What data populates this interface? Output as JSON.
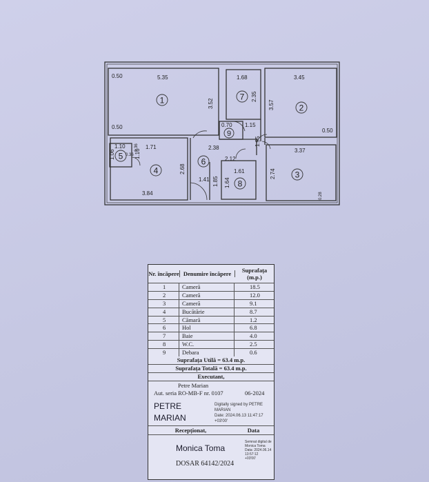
{
  "plan": {
    "rooms": [
      {
        "n": "1"
      },
      {
        "n": "2"
      },
      {
        "n": "3"
      },
      {
        "n": "4"
      },
      {
        "n": "5"
      },
      {
        "n": "6"
      },
      {
        "n": "7"
      },
      {
        "n": "8"
      },
      {
        "n": "9"
      }
    ],
    "dimensions": {
      "d_0_50_a": "0.50",
      "d_5_35": "5.35",
      "d_3_52": "3.52",
      "d_0_50_b": "0.50",
      "d_1_68": "1.68",
      "d_2_35": "2.35",
      "d_3_45": "3.45",
      "d_3_57": "3.57",
      "d_0_50_c": "0.50",
      "d_0_70": "0.70",
      "d_1_15": "1.15",
      "d_1_95": "1.95",
      "d_3_37": "3.37",
      "d_1_10": "1.10",
      "d_1_06": "1.06",
      "d_0_36": "0.36",
      "d_1_16": "1.16",
      "d_0_36b": "0.36",
      "d_1_71": "1.71",
      "d_2_38": "2.38",
      "d_2_12": "2.12",
      "d_2_68": "2.68",
      "d_1_41": "1.41",
      "d_1_85": "1.85",
      "d_1_61": "1.61",
      "d_1_64": "1.64",
      "d_2_74": "2.74",
      "d_3_84": "3.84",
      "d_0_28": "0.28"
    }
  },
  "table": {
    "header": {
      "nr": "Nr. încăpere",
      "name": "Denumire încăpere",
      "area": "Suprafața (m.p.)"
    },
    "rows": [
      {
        "nr": "1",
        "name": "Cameră",
        "area": "18.5"
      },
      {
        "nr": "2",
        "name": "Cameră",
        "area": "12.0"
      },
      {
        "nr": "3",
        "name": "Cameră",
        "area": "9.1"
      },
      {
        "nr": "4",
        "name": "Bucătărie",
        "area": "8.7"
      },
      {
        "nr": "5",
        "name": "Cămară",
        "area": "1.2"
      },
      {
        "nr": "6",
        "name": "Hol",
        "area": "6.8"
      },
      {
        "nr": "7",
        "name": "Baie",
        "area": "4.0"
      },
      {
        "nr": "8",
        "name": "W.C.",
        "area": "2.5"
      },
      {
        "nr": "9",
        "name": "Debara",
        "area": "0.6"
      }
    ],
    "util": "Suprafața Utilă = 63.4 m.p.",
    "total": "Suprafața Totală = 63.4 m.p.",
    "executant_label": "Executant,",
    "executant_name": "Petre Marian",
    "authorization": "Aut. seria RO-MB-F nr. 0107",
    "executant_date": "06-2024",
    "signature_name_1": "PETRE",
    "signature_name_2": "MARIAN",
    "signature_note_1": "Digitally signed by PETRE",
    "signature_note_2": "MARIAN",
    "signature_note_3": "Date: 2024.06.13 11:47:17",
    "signature_note_4": "+03'00'",
    "receptionat_label": "Recepționat,",
    "data_label": "Data",
    "receiver_name": "Monica Toma",
    "receiver_note_1": "Semnat digital de Monica Toma",
    "receiver_note_2": "Data: 2024.06.14 13:57:12",
    "receiver_note_3": "+03'00'",
    "dosar": "DOSAR 64142/2024"
  }
}
